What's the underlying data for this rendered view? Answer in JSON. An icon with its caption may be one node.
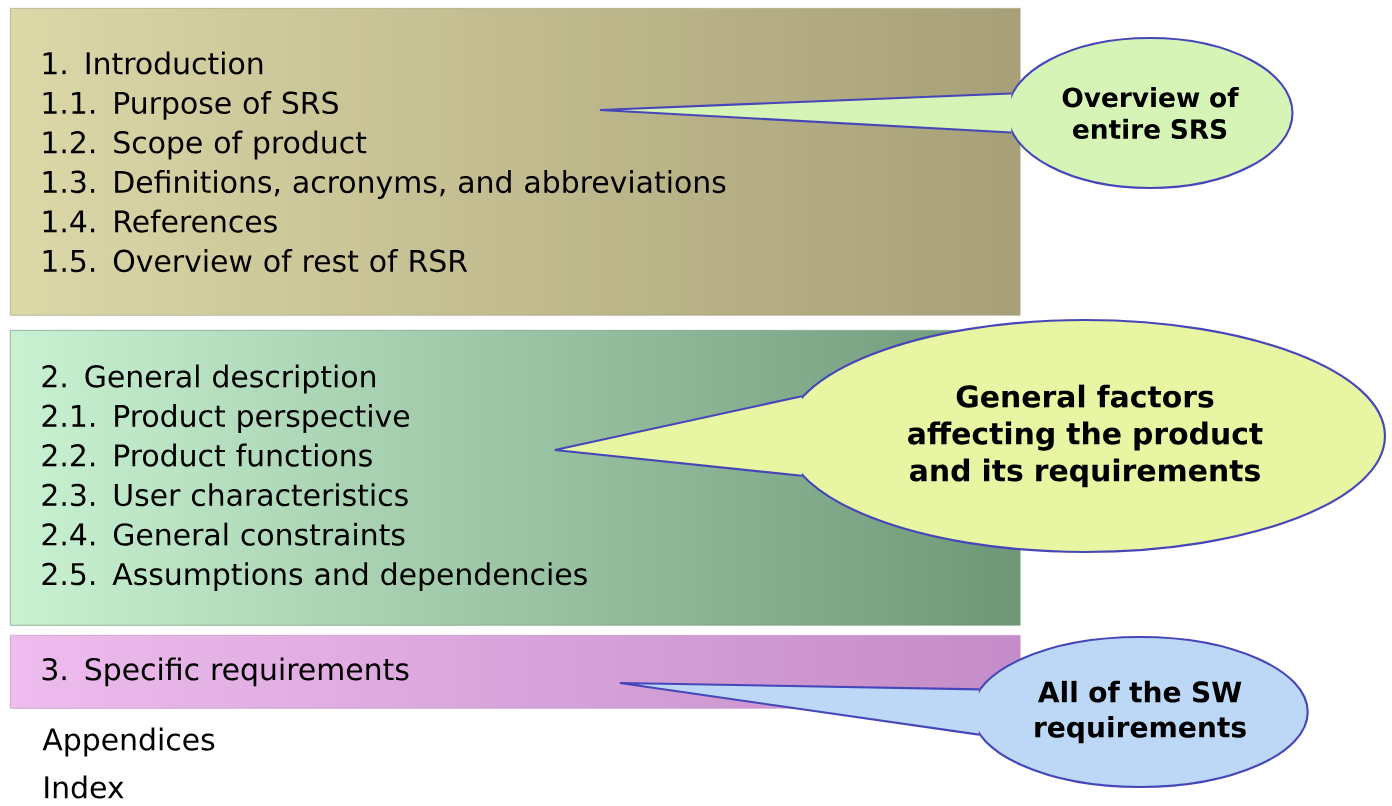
{
  "diagram": {
    "nodes": [
      {
        "text": [
          "1. Introduction",
          "1.1. Purpose of SRS",
          "1.2. Scope of product",
          "1.3. Definitions, acronyms, and abbreviations",
          "1.4. References",
          "1.5. Overview of rest of RSR"
        ]
      },
      {
        "text": [
          "Overview of entire SRS"
        ]
      },
      {
        "text": [
          "2. General description",
          "2.1. Product perspective",
          "2.2. Product functions",
          "2.3. User characteristics",
          "2.4. General constraints",
          "2.5. Assumptions and dependencies"
        ]
      },
      {
        "text": [
          "General factors affecting the product and its requirements"
        ]
      },
      {
        "text": [
          "3. Specific requirements"
        ]
      },
      {
        "text": [
          "All of the SW requirements"
        ]
      }
    ],
    "edges": [
      {
        "from": 1,
        "to": 0,
        "arrow": "none"
      },
      {
        "from": 3,
        "to": 2,
        "arrow": "none"
      },
      {
        "from": 5,
        "to": 4,
        "arrow": "none"
      }
    ],
    "labels": [
      "Appendices",
      "Index"
    ]
  }
}
